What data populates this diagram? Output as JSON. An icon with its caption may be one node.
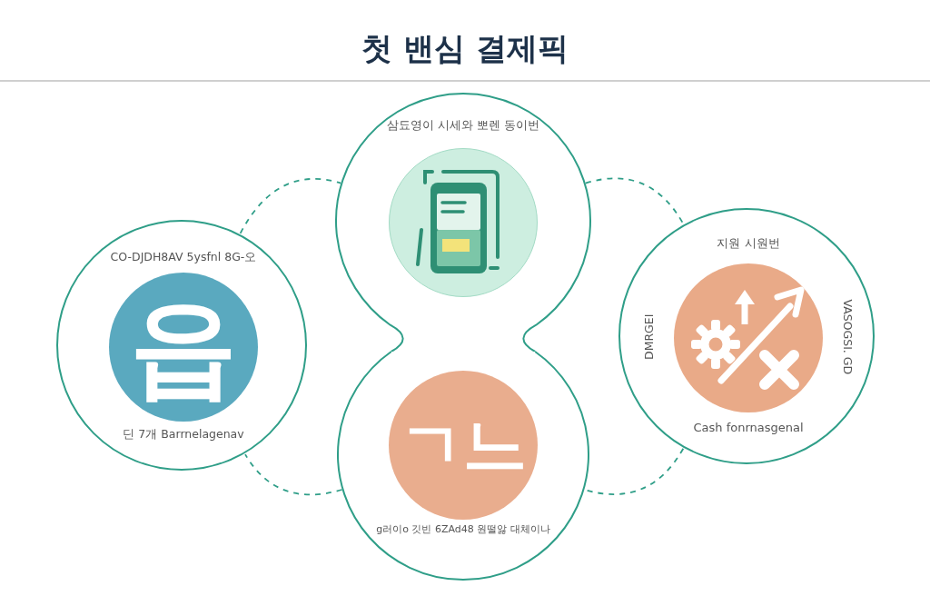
{
  "diagram": {
    "title": "첫 밴심 결제픽",
    "nodes": [
      {
        "text": [
          "삼됴영이 시세와 뽀렌 동이번"
        ]
      },
      {
        "text": [],
        "shape": "circle",
        "in": 0
      },
      {
        "text": [
          "CO-DJDH8AV 5ysfnl 8G-오",
          "딘 7개 Barrnelagenav"
        ]
      },
      {
        "text": [
          "읍"
        ],
        "in": 2
      },
      {
        "text": [
          "지원 시원번",
          "DMRGEI",
          "VASOGSI. GD",
          "Cash fonrnasgenal"
        ]
      },
      {
        "text": [],
        "shape": "circle",
        "in": 4
      },
      {
        "text": [
          "g러이o 깃빈 6ZAd48 원떨앓 대체이나"
        ]
      },
      {
        "text": [
          "ㄱ느"
        ],
        "in": 6
      }
    ],
    "edges": [
      {
        "from": 2,
        "to": 0,
        "arrow": "none",
        "style": "dashed"
      },
      {
        "from": 0,
        "to": 4,
        "arrow": "none",
        "style": "dashed"
      },
      {
        "from": 4,
        "to": 6,
        "arrow": "none",
        "style": "dashed"
      },
      {
        "from": 6,
        "to": 2,
        "arrow": "none",
        "style": "dashed"
      }
    ]
  }
}
